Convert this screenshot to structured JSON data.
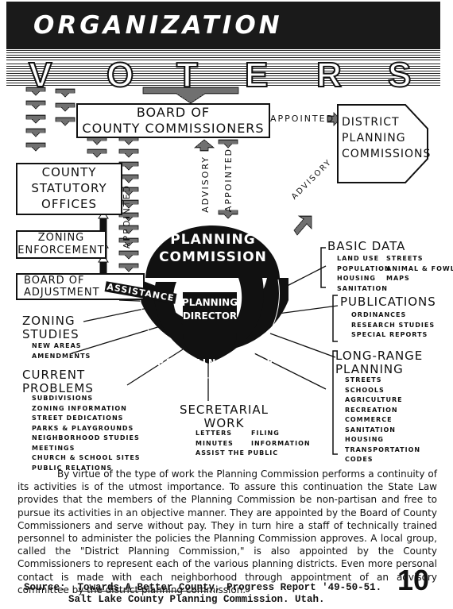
{
  "header": {
    "title": "ORGANIZATION",
    "band_word": "VOTERS",
    "letters": [
      "V",
      "O",
      "T",
      "E",
      "R",
      "S"
    ]
  },
  "boxes": {
    "board_of_county_commissioners": [
      "BOARD OF",
      "COUNTY COMMISSIONERS"
    ],
    "district_planning_commissions": [
      "DISTRICT",
      "PLANNING",
      "COMMISSIONS"
    ],
    "county_statutory_offices": [
      "COUNTY",
      "STATUTORY",
      "OFFICES"
    ],
    "zoning_enforcement": [
      "ZONING",
      "ENFORCEMENT"
    ],
    "board_of_adjustment": [
      "BOARD OF",
      "ADJUSTMENT"
    ]
  },
  "connectors": {
    "appointed": "APPOINTED",
    "advisory": "ADVISORY",
    "assistance": "ASSISTANCE"
  },
  "center": {
    "planning_commission": [
      "PLANNING",
      "COMMISSION"
    ],
    "planning_director": [
      "PLANNING",
      "DIRECTOR"
    ],
    "planning_staff": "PLANNING STAFF"
  },
  "functions": {
    "basic_data": {
      "title": "BASIC DATA",
      "items": [
        [
          "LAND USE",
          "STREETS"
        ],
        [
          "POPULATION",
          "ANIMAL & FOWL"
        ],
        [
          "HOUSING",
          "MAPS"
        ],
        [
          "SANITATION",
          ""
        ]
      ]
    },
    "publications": {
      "title": "PUBLICATIONS",
      "items": [
        "ORDINANCES",
        "RESEARCH STUDIES",
        "SPECIAL REPORTS"
      ]
    },
    "long_range_planning": {
      "title": [
        "LONG-RANGE",
        "PLANNING"
      ],
      "items": [
        "STREETS",
        "SCHOOLS",
        "AGRICULTURE",
        "RECREATION",
        "COMMERCE",
        "SANITATION",
        "HOUSING",
        "TRANSPORTATION",
        "CODES"
      ]
    },
    "zoning_studies": {
      "title": [
        "ZONING",
        "STUDIES"
      ],
      "items": [
        "NEW AREAS",
        "AMENDMENTS"
      ]
    },
    "current_problems": {
      "title": [
        "CURRENT",
        "PROBLEMS"
      ],
      "items": [
        "SUBDIVISIONS",
        "ZONING INFORMATION",
        "STREET DEDICATIONS",
        "PARKS & PLAYGROUNDS",
        "NEIGHBORHOOD STUDIES",
        "MEETINGS",
        "CHURCH & SCHOOL SITES",
        "PUBLIC RELATIONS"
      ]
    },
    "secretarial_work": {
      "title": [
        "SECRETARIAL",
        "WORK"
      ],
      "items": [
        [
          "LETTERS",
          "FILING"
        ],
        [
          "MINUTES",
          "INFORMATION"
        ],
        [
          "ASSIST THE PUBLIC",
          ""
        ]
      ]
    }
  },
  "paragraph": "By virtue of the type of work the Planning Commission performs a continuity of its activities is of the utmost importance.  To assure this continuation the State Law provides that the members of the Planning Commission be non-partisan and free to pursue its activities in an objective manner.  They are appointed by the Board of County Commissioners and serve without pay.  They in turn hire a staff of technically trained personnel to administer the policies the Planning Commission approves.  A local group, called the \"District Planning Commission,\" is also appointed by the County Commissioners to represent each of the various planning districts.  Even more personal contact is made with each neighborhood through appointment of an advisory committee by the district planning commission.",
  "source": {
    "label": "Source:",
    "title": "Towards A Better County",
    "rest": ", Progress Report '49-50-51.",
    "line2": "Salt Lake County Planning Commission.  Utah."
  },
  "page_number": "10"
}
